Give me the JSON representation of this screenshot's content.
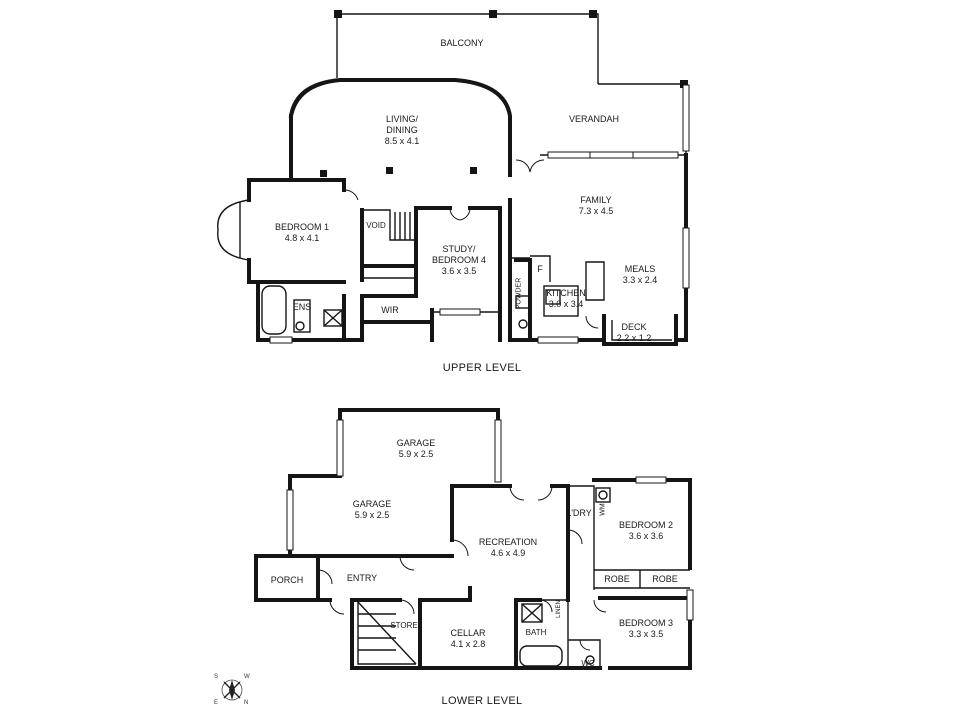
{
  "upper_level": {
    "title": "UPPER LEVEL",
    "rooms": {
      "balcony": {
        "name": "BALCONY"
      },
      "living": {
        "name": "LIVING/\nDINING",
        "line1": "LIVING/",
        "line2": "DINING",
        "size": "8.5 x 4.1"
      },
      "verandah": {
        "name": "VERANDAH"
      },
      "family": {
        "name": "FAMILY",
        "size": "7.3 x 4.5"
      },
      "bedroom1": {
        "name": "BEDROOM 1",
        "size": "4.8 x 4.1"
      },
      "void": {
        "name": "VOID"
      },
      "study": {
        "line1": "STUDY/",
        "line2": "BEDROOM 4",
        "size": "3.6 x 3.5"
      },
      "meals": {
        "name": "MEALS",
        "size": "3.3 x 2.4"
      },
      "kitchen": {
        "name": "KITCHEN",
        "size": "3.0 x 3.4"
      },
      "fridge": {
        "name": "F"
      },
      "powder": {
        "name": "POWDER"
      },
      "ens": {
        "name": "ENS"
      },
      "wir": {
        "name": "WIR"
      },
      "deck": {
        "name": "DECK",
        "size": "2.2 x 1.2"
      }
    }
  },
  "lower_level": {
    "title": "LOWER LEVEL",
    "rooms": {
      "garage1": {
        "name": "GARAGE",
        "size": "5.9 x 2.5"
      },
      "garage2": {
        "name": "GARAGE",
        "size": "5.9 x 2.5"
      },
      "recreation": {
        "name": "RECREATION",
        "size": "4.6 x 4.9"
      },
      "ldry": {
        "name": "L'DRY"
      },
      "wm": {
        "name": "WM"
      },
      "bedroom2": {
        "name": "BEDROOM 2",
        "size": "3.6 x 3.6"
      },
      "robe1": {
        "name": "ROBE"
      },
      "robe2": {
        "name": "ROBE"
      },
      "porch": {
        "name": "PORCH"
      },
      "entry": {
        "name": "ENTRY"
      },
      "store": {
        "name": "STORE"
      },
      "cellar": {
        "name": "CELLAR",
        "size": "4.1 x 2.8"
      },
      "bath": {
        "name": "BATH"
      },
      "linen": {
        "name": "LINEN"
      },
      "bedroom3": {
        "name": "BEDROOM 3",
        "size": "3.3 x 3.5"
      },
      "wc": {
        "name": "WC"
      }
    }
  },
  "compass": {
    "icon": "compass-rose-icon",
    "labels": {
      "n": "N",
      "s": "S",
      "w": "W",
      "e": "E"
    }
  },
  "colors": {
    "wall": "#151515",
    "background": "#ffffff"
  }
}
